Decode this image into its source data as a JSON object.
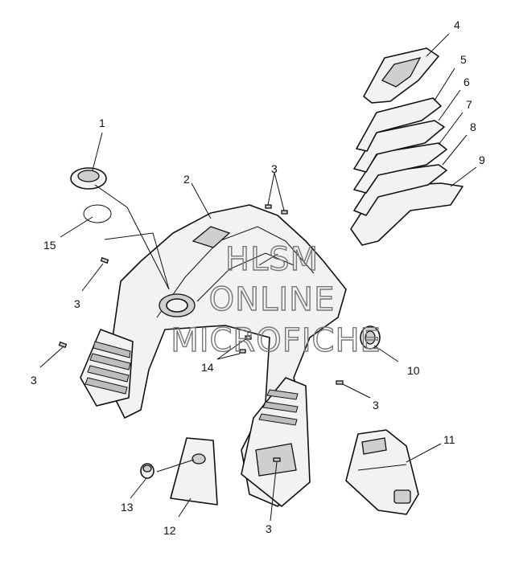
{
  "watermark": {
    "line1": "HLSM",
    "line2": "ONLINE",
    "line3": "MICROFICHE"
  },
  "callouts": {
    "c1": "1",
    "c2": "2",
    "c3a": "3",
    "c3b": "3",
    "c3c": "3",
    "c3d": "3",
    "c3e": "3",
    "c4": "4",
    "c5": "5",
    "c6": "6",
    "c7": "7",
    "c8": "8",
    "c9": "9",
    "c10": "10",
    "c11": "11",
    "c12": "12",
    "c13": "13",
    "c14": "14",
    "c15": "15"
  }
}
